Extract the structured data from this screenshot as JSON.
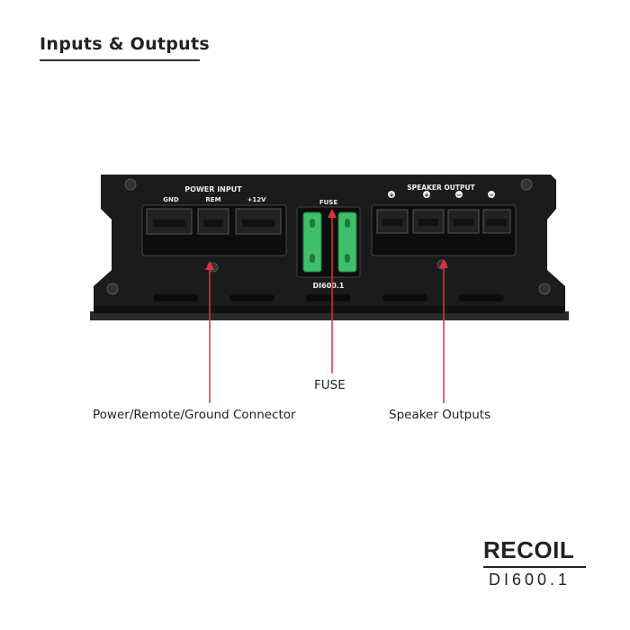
{
  "page": {
    "title": "Inputs & Outputs"
  },
  "device": {
    "power_input_label": "POWER INPUT",
    "power_terminals": [
      "GND",
      "REM",
      "+12V"
    ],
    "fuse_label": "FUSE",
    "speaker_output_label": "SPEAKER OUTPUT",
    "speaker_polarity": [
      "+",
      "+",
      "−",
      "−"
    ],
    "model_plate": "DI600.1",
    "fuse_color": "#3fbf6a",
    "body_color": "#1b1b1b"
  },
  "callouts": {
    "power": "Power/Remote/Ground Connector",
    "fuse": "FUSE",
    "speaker": "Speaker Outputs",
    "line_color": "#e0303a"
  },
  "brand": {
    "name": "RECOIL",
    "model": "DI600.1"
  }
}
